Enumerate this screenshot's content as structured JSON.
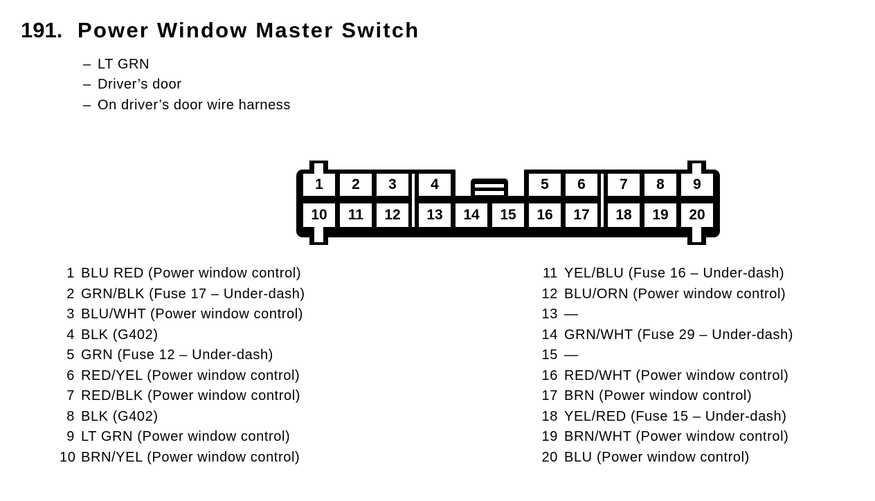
{
  "colors": {
    "ink": "#000000",
    "paper": "#ffffff"
  },
  "title": {
    "number": "191.",
    "text": "Power Window Master Switch"
  },
  "notes": {
    "bullet": "–",
    "items": [
      "LT GRN",
      "Driver’s door",
      "On driver’s door wire harness"
    ]
  },
  "connector": {
    "top_row": [
      "1",
      "2",
      "3",
      "4",
      null,
      null,
      "5",
      "6",
      "7",
      "8",
      "9"
    ],
    "bottom_row": [
      "10",
      "11",
      "12",
      "13",
      "14",
      "15",
      "16",
      "17",
      "18",
      "19",
      "20"
    ]
  },
  "pins_left": [
    {
      "num": "1",
      "label": "BLU RED (Power window control)"
    },
    {
      "num": "2",
      "label": "GRN/BLK (Fuse 17 – Under-dash)"
    },
    {
      "num": "3",
      "label": "BLU/WHT (Power window control)"
    },
    {
      "num": "4",
      "label": "BLK (G402)"
    },
    {
      "num": "5",
      "label": "GRN (Fuse 12 – Under-dash)"
    },
    {
      "num": "6",
      "label": "RED/YEL (Power window control)"
    },
    {
      "num": "7",
      "label": "RED/BLK (Power window control)"
    },
    {
      "num": "8",
      "label": "BLK (G402)"
    },
    {
      "num": "9",
      "label": "LT GRN (Power window control)"
    },
    {
      "num": "10",
      "label": "BRN/YEL (Power window control)"
    }
  ],
  "pins_right": [
    {
      "num": "11",
      "label": "YEL/BLU (Fuse 16 – Under-dash)"
    },
    {
      "num": "12",
      "label": "BLU/ORN (Power window control)"
    },
    {
      "num": "13",
      "label": "—"
    },
    {
      "num": "14",
      "label": "GRN/WHT (Fuse 29 – Under-dash)"
    },
    {
      "num": "15",
      "label": "—"
    },
    {
      "num": "16",
      "label": "RED/WHT (Power window control)"
    },
    {
      "num": "17",
      "label": "BRN (Power window control)"
    },
    {
      "num": "18",
      "label": "YEL/RED (Fuse 15 – Under-dash)"
    },
    {
      "num": "19",
      "label": "BRN/WHT (Power window control)"
    },
    {
      "num": "20",
      "label": "BLU (Power window control)"
    }
  ]
}
